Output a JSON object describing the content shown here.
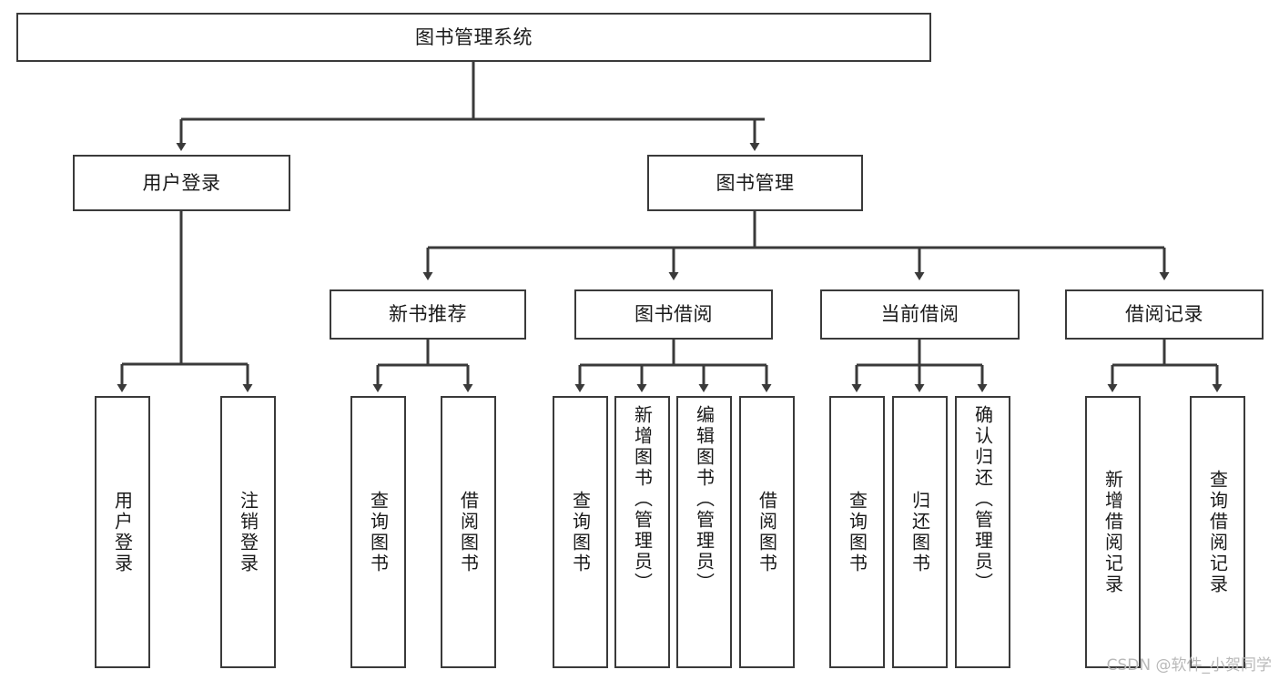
{
  "diagram": {
    "title": "图书管理系统",
    "watermark": "CSDN @软件_小贺同学",
    "line_color": "#3a3a3a",
    "box_fill": "#ffffff",
    "text_color": "#1a1a1a",
    "watermark_color": "#b9b9b9",
    "levels": {
      "root": {
        "label": "图书管理系统"
      },
      "level2": [
        {
          "label": "用户登录"
        },
        {
          "label": "图书管理"
        }
      ],
      "level3": [
        {
          "label": "新书推荐"
        },
        {
          "label": "图书借阅"
        },
        {
          "label": "当前借阅"
        },
        {
          "label": "借阅记录"
        }
      ],
      "leaves": {
        "user_login": [
          {
            "label": "用户登录"
          },
          {
            "label": "注销登录"
          }
        ],
        "new_book": [
          {
            "label": "查询图书"
          },
          {
            "label": "借阅图书"
          }
        ],
        "book_borrow": [
          {
            "label": "查询图书"
          },
          {
            "label": "新增图书（管理员）"
          },
          {
            "label": "编辑图书（管理员）"
          },
          {
            "label": "借阅图书"
          }
        ],
        "current_borrow": [
          {
            "label": "查询图书"
          },
          {
            "label": "归还图书"
          },
          {
            "label": "确认归还（管理员）"
          }
        ],
        "borrow_record": [
          {
            "label": "新增借阅记录"
          },
          {
            "label": "查询借阅记录"
          }
        ]
      }
    }
  },
  "chart_data": {
    "type": "table",
    "title": "图书管理系统",
    "nodes": [
      {
        "id": "root",
        "label": "图书管理系统",
        "level": 1,
        "parent": null
      },
      {
        "id": "n-user-login",
        "label": "用户登录",
        "level": 2,
        "parent": "root"
      },
      {
        "id": "n-book-mgmt",
        "label": "图书管理",
        "level": 2,
        "parent": "root"
      },
      {
        "id": "n-new-book",
        "label": "新书推荐",
        "level": 3,
        "parent": "n-book-mgmt"
      },
      {
        "id": "n-book-borrow",
        "label": "图书借阅",
        "level": 3,
        "parent": "n-book-mgmt"
      },
      {
        "id": "n-current-borrow",
        "label": "当前借阅",
        "level": 3,
        "parent": "n-book-mgmt"
      },
      {
        "id": "n-borrow-record",
        "label": "借阅记录",
        "level": 3,
        "parent": "n-book-mgmt"
      },
      {
        "id": "l-user-login",
        "label": "用户登录",
        "level": 4,
        "parent": "n-user-login"
      },
      {
        "id": "l-user-logout",
        "label": "注销登录",
        "level": 4,
        "parent": "n-user-login"
      },
      {
        "id": "l-nb-query",
        "label": "查询图书",
        "level": 4,
        "parent": "n-new-book"
      },
      {
        "id": "l-nb-borrow",
        "label": "借阅图书",
        "level": 4,
        "parent": "n-new-book"
      },
      {
        "id": "l-bb-query",
        "label": "查询图书",
        "level": 4,
        "parent": "n-book-borrow"
      },
      {
        "id": "l-bb-add",
        "label": "新增图书（管理员）",
        "level": 4,
        "parent": "n-book-borrow"
      },
      {
        "id": "l-bb-edit",
        "label": "编辑图书（管理员）",
        "level": 4,
        "parent": "n-book-borrow"
      },
      {
        "id": "l-bb-borrow",
        "label": "借阅图书",
        "level": 4,
        "parent": "n-book-borrow"
      },
      {
        "id": "l-cb-query",
        "label": "查询图书",
        "level": 4,
        "parent": "n-current-borrow"
      },
      {
        "id": "l-cb-return",
        "label": "归还图书",
        "level": 4,
        "parent": "n-current-borrow"
      },
      {
        "id": "l-cb-confirm",
        "label": "确认归还（管理员）",
        "level": 4,
        "parent": "n-current-borrow"
      },
      {
        "id": "l-br-add",
        "label": "新增借阅记录",
        "level": 4,
        "parent": "n-borrow-record"
      },
      {
        "id": "l-br-query",
        "label": "查询借阅记录",
        "level": 4,
        "parent": "n-borrow-record"
      }
    ]
  }
}
